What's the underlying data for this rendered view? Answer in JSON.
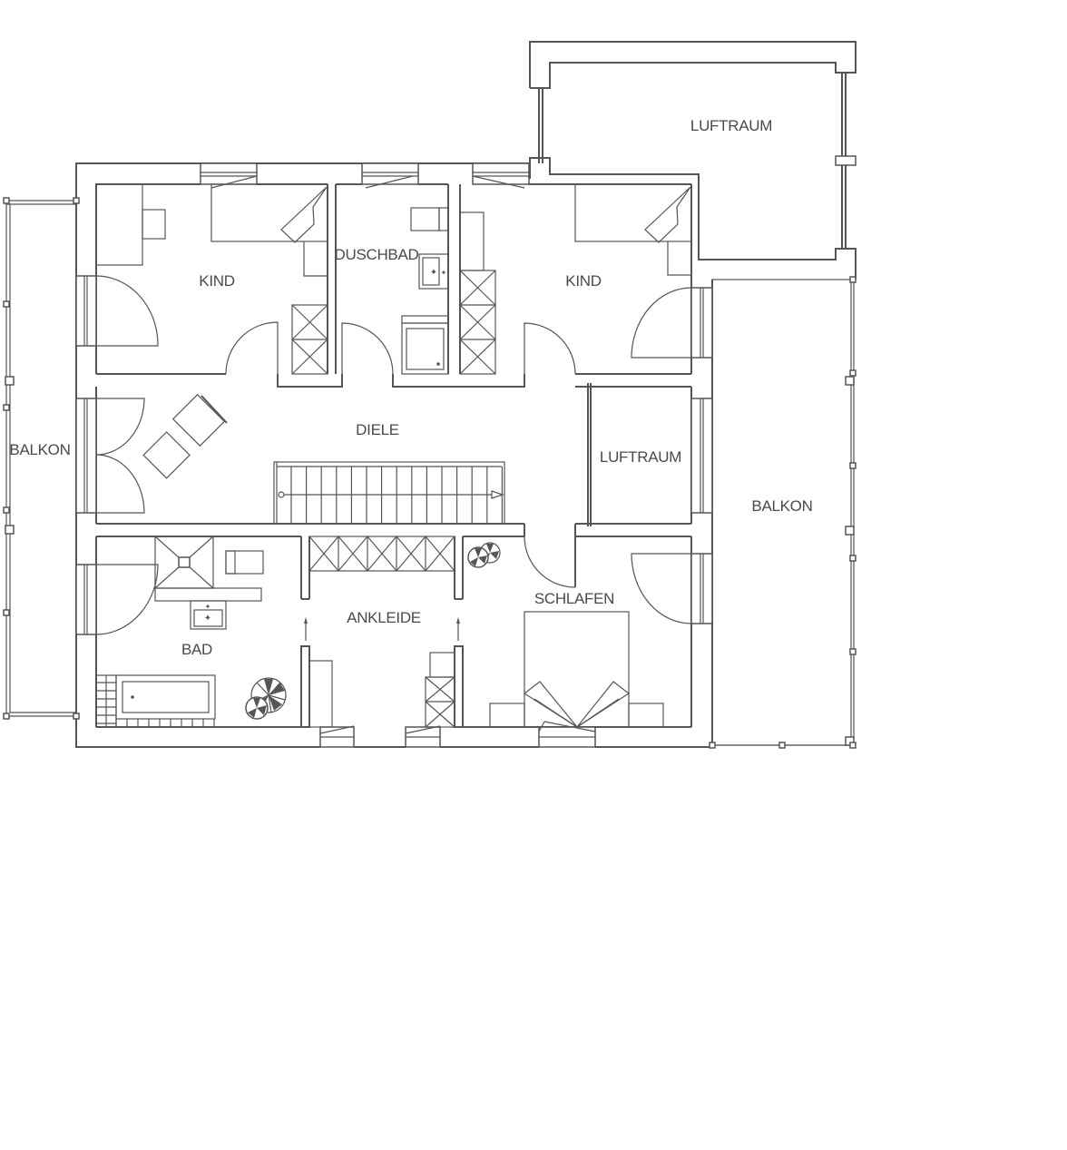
{
  "rooms": {
    "luftraum_top": "LUFTRAUM",
    "kind_left": "KIND",
    "duschbad": "DUSCHBAD",
    "kind_right": "KIND",
    "balkon_left": "BALKON",
    "diele": "DIELE",
    "luftraum_mid": "LUFTRAUM",
    "balkon_right": "BALKON",
    "schlafen": "SCHLAFEN",
    "ankleide": "ANKLEIDE",
    "bad": "BAD"
  },
  "colors": {
    "line": "#555555",
    "text": "#4a4a4a",
    "background": "#ffffff"
  }
}
